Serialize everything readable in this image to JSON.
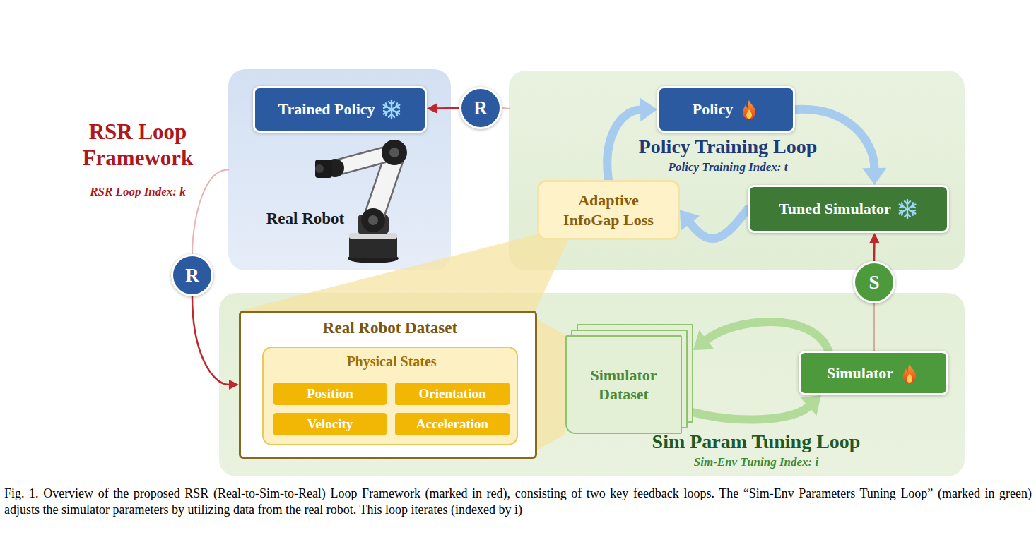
{
  "diagram": {
    "caption": "Fig. 1. Overview of the proposed RSR (Real-to-Sim-to-Real) Loop Framework (marked in red), consisting of two key feedback loops. The “Sim-Env Parameters Tuning Loop” (marked in green) adjusts the simulator parameters by utilizing data from the real robot. This loop iterates (indexed by i)",
    "nodes": [
      {
        "text": [
          "Real Robot"
        ]
      },
      {
        "text": [
          "Trained Policy"
        ],
        "in": 0
      },
      {
        "text": [
          "R"
        ]
      },
      {
        "text": [
          "Policy Training Loop",
          "Policy Training Index: t"
        ]
      },
      {
        "text": [
          "Policy"
        ],
        "in": 3
      },
      {
        "text": [
          "Tuned Simulator"
        ],
        "in": 3
      },
      {
        "text": [
          "Adaptive InfoGap Loss"
        ],
        "in": 3
      },
      {
        "text": [
          "R"
        ]
      },
      {
        "text": [
          "Sim Param Tuning Loop",
          "Sim-Env Tuning Index: i"
        ]
      },
      {
        "text": [
          "Real Robot Dataset"
        ],
        "in": 8
      },
      {
        "text": [
          "Physical States"
        ],
        "in": 9
      },
      {
        "text": [
          "Position"
        ],
        "in": 10
      },
      {
        "text": [
          "Orientation"
        ],
        "in": 10
      },
      {
        "text": [
          "Velocity"
        ],
        "in": 10
      },
      {
        "text": [
          "Acceleration"
        ],
        "in": 10
      },
      {
        "text": [
          "Simulator Dataset"
        ],
        "in": 8
      },
      {
        "text": [
          "Simulator"
        ],
        "in": 8
      },
      {
        "text": [
          "S"
        ]
      }
    ],
    "edges": [
      {
        "from": 3,
        "to": 2,
        "arrow": "none"
      },
      {
        "from": 2,
        "to": 1,
        "arrow": "to"
      },
      {
        "from": 0,
        "to": 7,
        "arrow": "none"
      },
      {
        "from": 7,
        "to": 9,
        "arrow": "to"
      },
      {
        "from": 16,
        "to": 17,
        "arrow": "none"
      },
      {
        "from": 17,
        "to": 5,
        "arrow": "to"
      },
      {
        "from": 6,
        "to": 4,
        "arrow": "to"
      },
      {
        "from": 4,
        "to": 5,
        "arrow": "to"
      },
      {
        "from": 5,
        "to": 6,
        "arrow": "to"
      },
      {
        "from": 16,
        "to": 15,
        "arrow": "to"
      },
      {
        "from": 15,
        "to": 16,
        "arrow": "to"
      },
      {
        "from": 9,
        "to": 6,
        "arrow": "none"
      },
      {
        "from": 9,
        "to": 15,
        "arrow": "none"
      }
    ],
    "labels": [
      "RSR Loop Framework",
      "RSR Loop Index: k"
    ]
  }
}
